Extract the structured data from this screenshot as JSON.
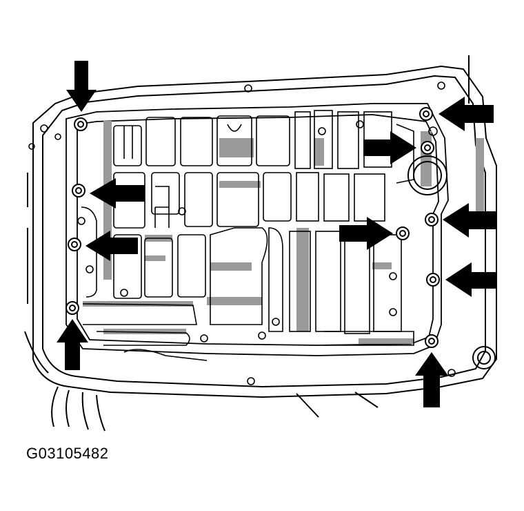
{
  "figure": {
    "code": "G03105482",
    "subject": "valve-body",
    "callout_count": 10
  },
  "colors": {
    "line": "#000000",
    "shade": "#9a9a9a",
    "background": "#ffffff",
    "arrow": "#000000"
  },
  "callouts": [
    {
      "id": "bolt-1",
      "direction": "down"
    },
    {
      "id": "bolt-2",
      "direction": "left"
    },
    {
      "id": "bolt-3",
      "direction": "left"
    },
    {
      "id": "bolt-4",
      "direction": "up"
    },
    {
      "id": "bolt-5",
      "direction": "left"
    },
    {
      "id": "bolt-6",
      "direction": "right"
    },
    {
      "id": "bolt-7",
      "direction": "left"
    },
    {
      "id": "bolt-8",
      "direction": "right"
    },
    {
      "id": "bolt-9",
      "direction": "left"
    },
    {
      "id": "bolt-10",
      "direction": "up"
    }
  ]
}
